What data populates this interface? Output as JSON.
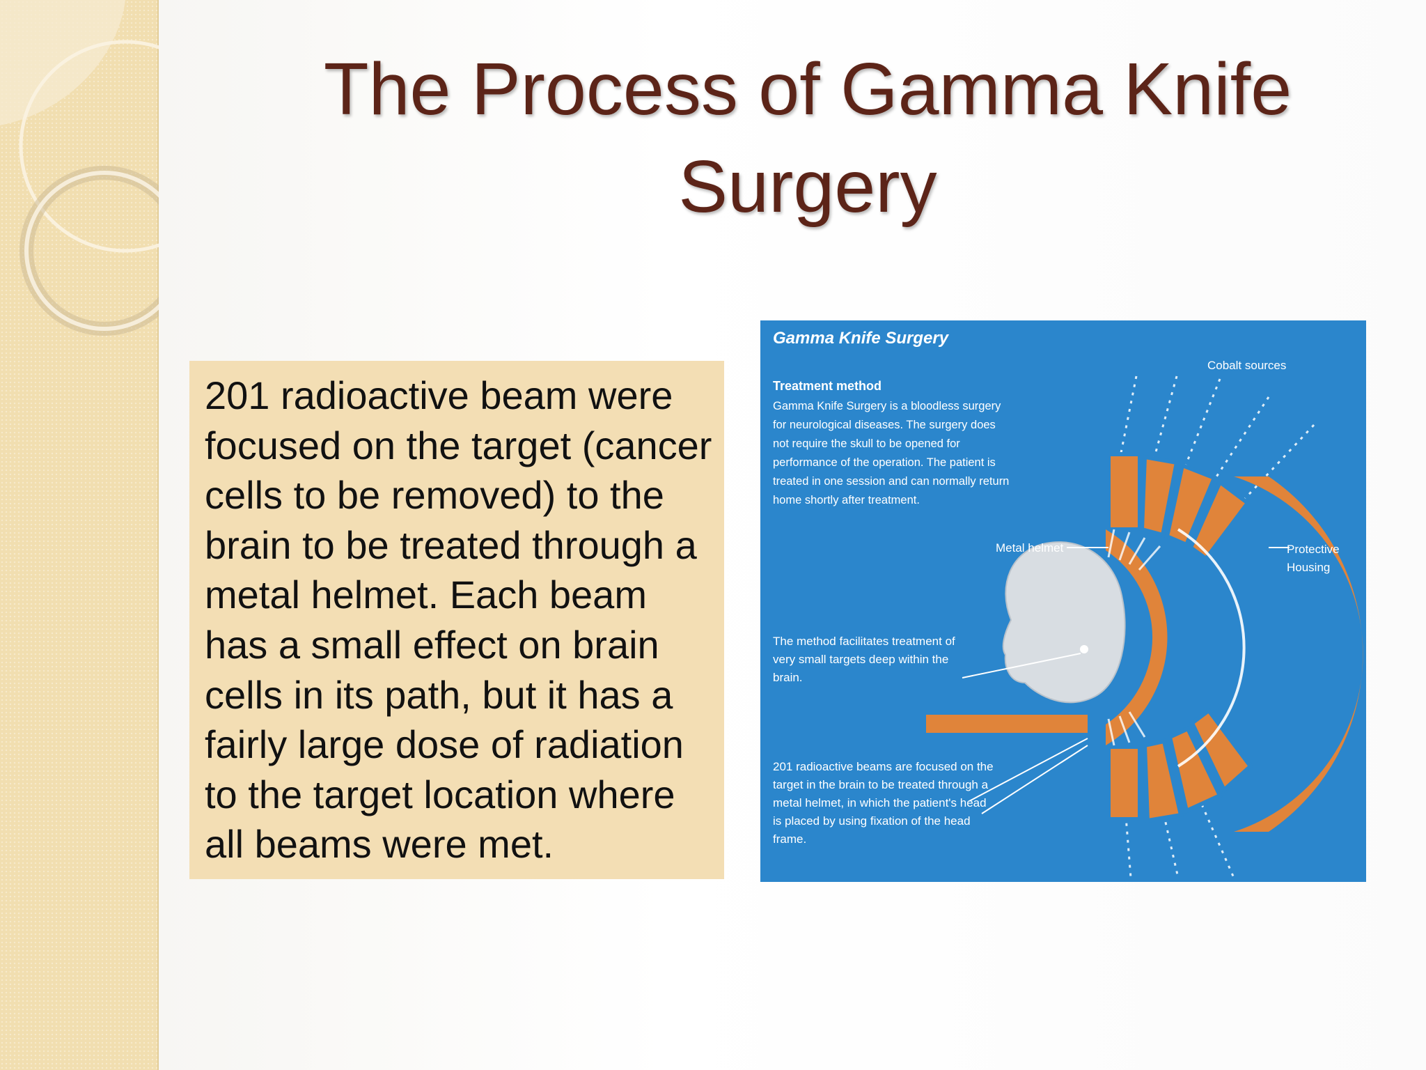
{
  "slide": {
    "title": "The Process of Gamma Knife Surgery",
    "body": "201 radioactive beam were focused on the target (cancer cells to be removed) to the brain to be treated through a metal helmet. Each beam has a small effect on brain cells in its path, but it has a fairly large dose of radiation to the target location where all beams were met."
  },
  "figure": {
    "title": "Gamma Knife Surgery",
    "subhead": "Treatment method",
    "description": "Gamma Knife Surgery is a bloodless surgery for neurological diseases. The surgery does not require the skull to be opened for performance of the operation. The patient is treated in one session and can normally return home shortly after treatment.",
    "labels": {
      "cobalt": "Cobalt sources",
      "helmet": "Metal helmet",
      "housing": "Protective Housing",
      "method": "The method facilitates treatment of very small targets deep within the brain.",
      "beams": "201 radioactive beams are focused on the target in the brain to be treated through a metal helmet, in which the patient's head is placed by using fixation of the head frame."
    },
    "colors": {
      "background": "#2b86cc",
      "housing": "#e0843a",
      "text": "#ffffff"
    }
  },
  "colors": {
    "title": "#5c2418",
    "textbox": "#f3deb4",
    "side_strip": "#f1deb0"
  }
}
